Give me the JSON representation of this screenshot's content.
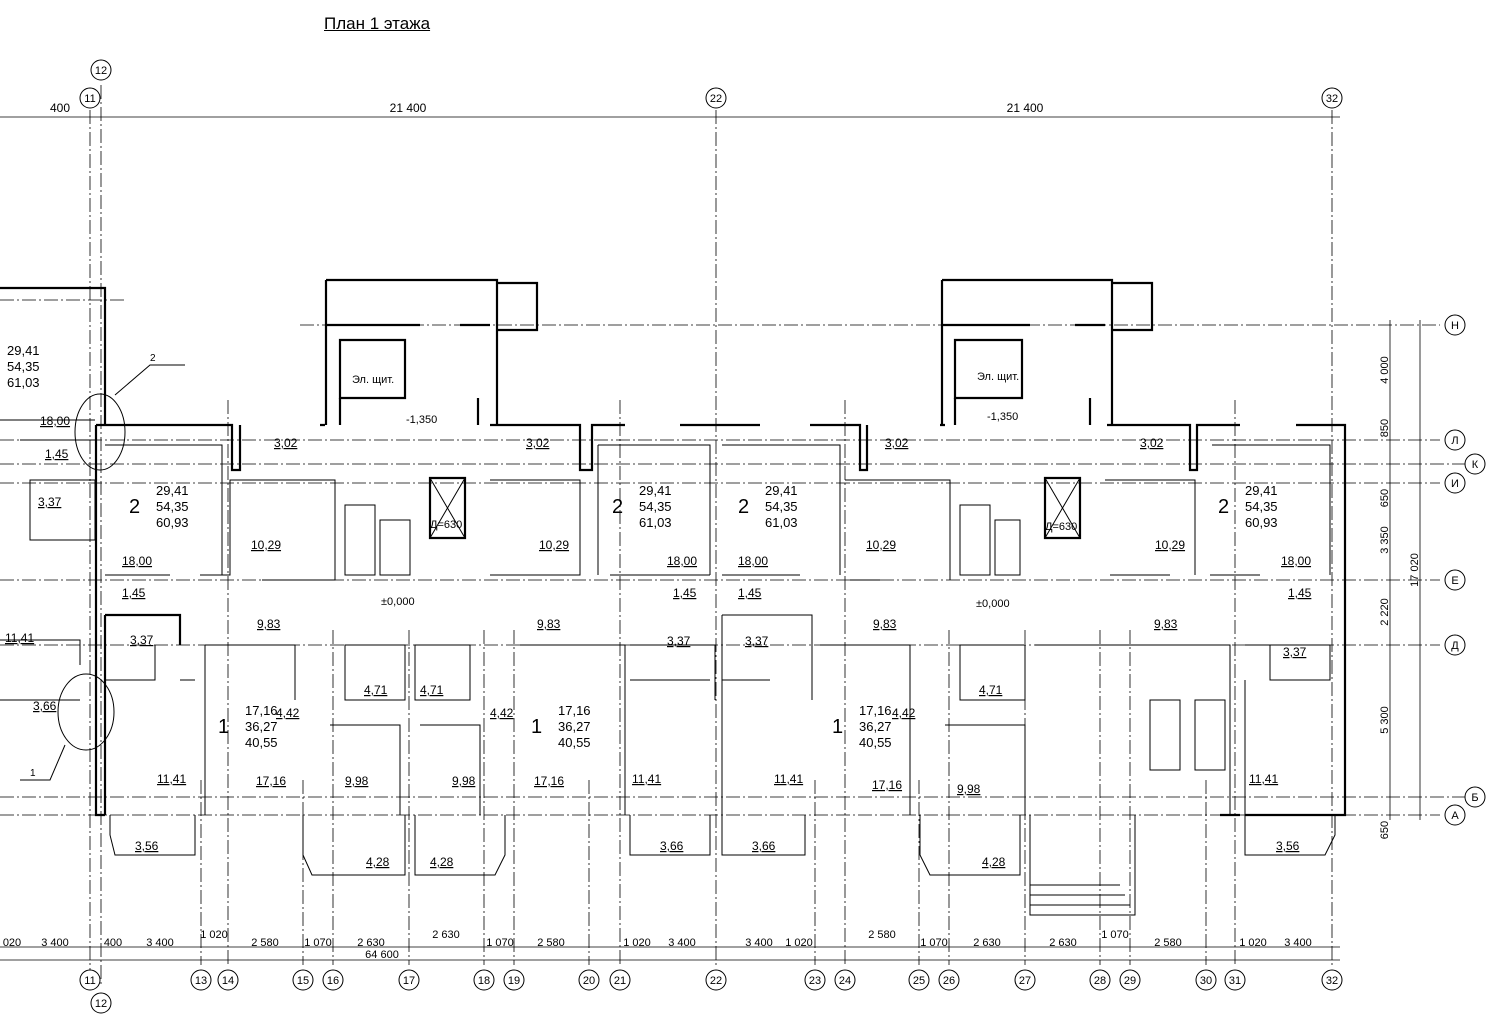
{
  "title": "План 1 этажа",
  "axes_top": [
    "12",
    "11",
    "22",
    "32"
  ],
  "axes_bottom": [
    "11",
    "12",
    "13",
    "14",
    "15",
    "16",
    "17",
    "18",
    "19",
    "20",
    "21",
    "22",
    "23",
    "24",
    "25",
    "26",
    "27",
    "28",
    "29",
    "30",
    "31",
    "32"
  ],
  "axes_right": [
    "Н",
    "Л",
    "К",
    "И",
    "Е",
    "Д",
    "Б",
    "А"
  ],
  "dims_top": [
    "400",
    "21 400",
    "21 400"
  ],
  "dims_bottom": [
    "020",
    "3 400",
    "400",
    "3 400",
    "1 020",
    "2 580",
    "1 070",
    "2 630",
    "2 630",
    "1 070",
    "2 580",
    "1 020",
    "3 400",
    "3 400",
    "1 020",
    "2 580",
    "1 070",
    "2 630",
    "2 630",
    "1 070",
    "2 580",
    "1 020",
    "3 400"
  ],
  "dim_total": "64 600",
  "dims_right": [
    "4 000",
    "850",
    "650",
    "3 350",
    "2 220",
    "5 300",
    "650"
  ],
  "dim_right_total": "17 020",
  "apartments": [
    {
      "rooms": "2",
      "a": "29,41",
      "b": "54,35",
      "c": "61,03"
    },
    {
      "rooms": "2",
      "a": "29,41",
      "b": "54,35",
      "c": "60,93"
    },
    {
      "rooms": "2",
      "a": "29,41",
      "b": "54,35",
      "c": "61,03"
    },
    {
      "rooms": "2",
      "a": "29,41",
      "b": "54,35",
      "c": "61,03"
    },
    {
      "rooms": "2",
      "a": "29,41",
      "b": "54,35",
      "c": "60,93"
    },
    {
      "rooms": "1",
      "a": "17,16",
      "b": "36,27",
      "c": "40,55"
    },
    {
      "rooms": "1",
      "a": "17,16",
      "b": "36,27",
      "c": "40,55"
    },
    {
      "rooms": "1",
      "a": "17,16",
      "b": "36,27",
      "c": "40,55"
    }
  ],
  "areas": [
    "18,00",
    "1,45",
    "3,37",
    "11,41",
    "3,66",
    "3,02",
    "18,00",
    "10,29",
    "1,45",
    "9,83",
    "3,37",
    "11,41",
    "3,56",
    "17,16",
    "4,42",
    "4,71",
    "9,98",
    "4,28",
    "3,02",
    "10,29",
    "9,83",
    "18,00",
    "1,45",
    "3,37",
    "4,71",
    "9,98",
    "4,28",
    "4,42",
    "17,16",
    "11,41",
    "3,66",
    "18,00",
    "1,45",
    "3,37",
    "11,41",
    "3,66",
    "3,02",
    "10,29",
    "9,83",
    "17,16",
    "4,42",
    "4,71",
    "9,98",
    "4,28",
    "3,02",
    "10,29",
    "9,83",
    "18,00",
    "1,45",
    "3,37",
    "11,41",
    "3,56"
  ],
  "labels": {
    "el1": "Эл. щит.",
    "el2": "Эл. щит.",
    "lvl1": "-1,350",
    "lvl2": "-1,350",
    "zero1": "±0,000",
    "zero2": "±0,000",
    "d1": "Д=630",
    "d2": "Д=630",
    "note1": "2",
    "note2": "1"
  }
}
